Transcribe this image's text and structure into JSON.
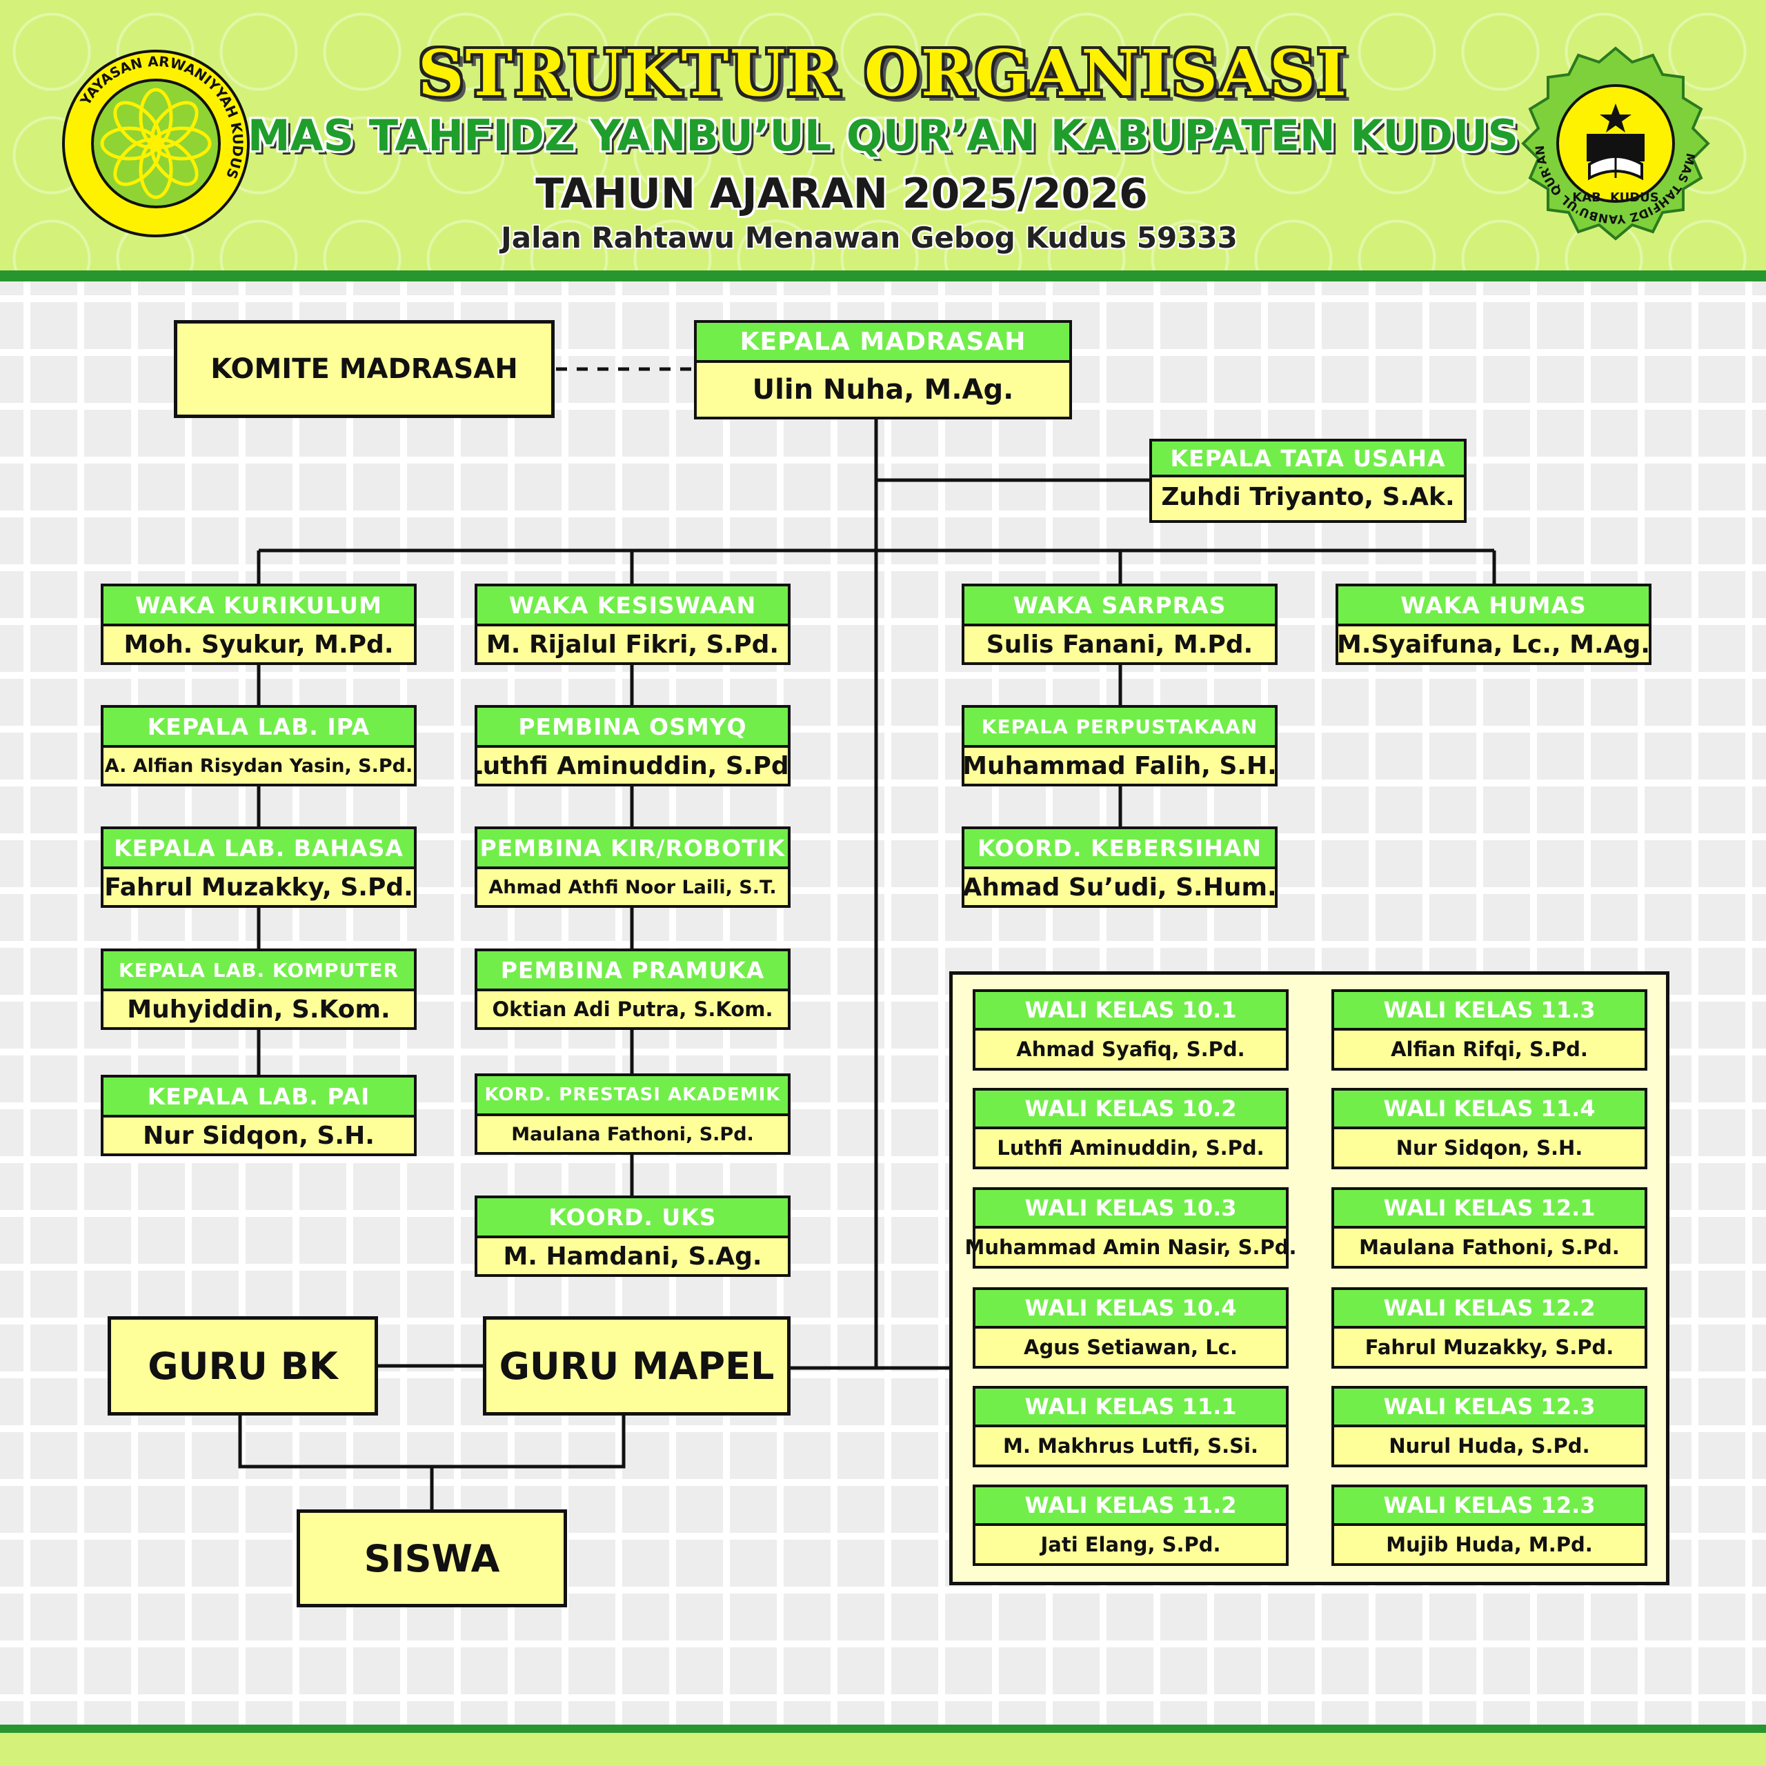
{
  "header": {
    "title": "STRUKTUR ORGANISASI",
    "subtitle": "MAS TAHFIDZ YANBU’UL QUR’AN KABUPATEN KUDUS",
    "year": "TAHUN AJARAN 2025/2026",
    "address": "Jalan Rahtawu Menawan Gebog Kudus 59333",
    "logo_left_ring_text": "YAYASAN ARWANIYYAH KUDUS",
    "logo_right_ring_text": "MAS TAHFIDZ YANBU'UL QUR'AN",
    "logo_right_bottom_text": "KAB. KUDUS"
  },
  "colors": {
    "header_bg": "#d4f27a",
    "accent_green": "#27962f",
    "node_header": "#72ee4a",
    "node_body": "#ffff9a",
    "title_yellow": "#fff200",
    "subtitle_green": "#1f9e2c"
  },
  "komite": "KOMITE MADRASAH",
  "kepala": {
    "role": "KEPALA MADRASAH",
    "name": "Ulin Nuha, M.Ag."
  },
  "tata_usaha": {
    "role": "KEPALA TATA USAHA",
    "name": "Zuhdi Triyanto, S.Ak."
  },
  "kurikulum": [
    {
      "role": "WAKA KURIKULUM",
      "name": "Moh. Syukur, M.Pd."
    },
    {
      "role": "KEPALA LAB. IPA",
      "name": "A. Alfian Risydan Yasin, S.Pd."
    },
    {
      "role": "KEPALA LAB. BAHASA",
      "name": "Fahrul Muzakky, S.Pd."
    },
    {
      "role": "KEPALA LAB. KOMPUTER",
      "name": "Muhyiddin, S.Kom."
    },
    {
      "role": "KEPALA LAB. PAI",
      "name": "Nur Sidqon, S.H."
    }
  ],
  "kesiswaan": [
    {
      "role": "WAKA KESISWAAN",
      "name": "M. Rijalul Fikri, S.Pd."
    },
    {
      "role": "PEMBINA OSMYQ",
      "name": "Luthfi Aminuddin, S.Pd."
    },
    {
      "role": "PEMBINA KIR/ROBOTIK",
      "name": "Ahmad Athfi Noor Laili, S.T."
    },
    {
      "role": "PEMBINA PRAMUKA",
      "name": "Oktian Adi Putra, S.Kom."
    },
    {
      "role": "KORD. PRESTASI AKADEMIK",
      "name": "Maulana Fathoni, S.Pd."
    },
    {
      "role": "KOORD. UKS",
      "name": "M. Hamdani, S.Ag."
    }
  ],
  "sarpras": [
    {
      "role": "WAKA SARPRAS",
      "name": "Sulis Fanani, M.Pd."
    },
    {
      "role": "KEPALA PERPUSTAKAAN",
      "name": "Muhammad Falih, S.H."
    },
    {
      "role": "KOORD. KEBERSIHAN",
      "name": "Ahmad Su’udi, S.Hum."
    }
  ],
  "humas": {
    "role": "WAKA HUMAS",
    "name": "M.Syaifuna, Lc., M.Ag."
  },
  "guru_bk": "GURU BK",
  "guru_mapel": "GURU MAPEL",
  "siswa": "SISWA",
  "wali_kelas": [
    {
      "role": "WALI KELAS 10.1",
      "name": "Ahmad Syafiq, S.Pd."
    },
    {
      "role": "WALI KELAS 11.3",
      "name": "Alfian Rifqi, S.Pd."
    },
    {
      "role": "WALI KELAS 10.2",
      "name": "Luthfi Aminuddin, S.Pd."
    },
    {
      "role": "WALI KELAS 11.4",
      "name": "Nur Sidqon, S.H."
    },
    {
      "role": "WALI KELAS 10.3",
      "name": "Muhammad Amin Nasir, S.Pd."
    },
    {
      "role": "WALI KELAS 12.1",
      "name": "Maulana Fathoni, S.Pd."
    },
    {
      "role": "WALI KELAS 10.4",
      "name": "Agus Setiawan, Lc."
    },
    {
      "role": "WALI KELAS 12.2",
      "name": "Fahrul Muzakky, S.Pd."
    },
    {
      "role": "WALI KELAS 11.1",
      "name": "M. Makhrus Lutfi, S.Si."
    },
    {
      "role": "WALI KELAS 12.3",
      "name": "Nurul Huda, S.Pd."
    },
    {
      "role": "WALI KELAS 11.2",
      "name": "Jati Elang, S.Pd."
    },
    {
      "role": "WALI KELAS 12.3",
      "name": "Mujib Huda, M.Pd."
    }
  ]
}
